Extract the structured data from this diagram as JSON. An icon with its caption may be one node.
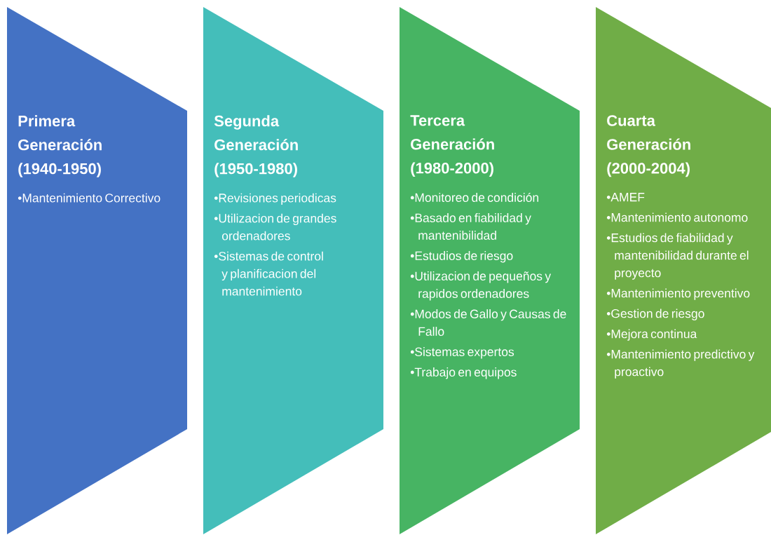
{
  "diagram": {
    "nodes": [
      {
        "text": [
          "Primera Generación (1940-1950)",
          "•Mantenimiento Correctivo"
        ]
      },
      {
        "text": [
          "Segunda Generación (1950-1980)",
          "•Revisiones periodicas",
          "•Utilizacion de grandes ordenadores",
          "•Sistemas de control y planificacion del mantenimiento"
        ]
      },
      {
        "text": [
          "Tercera Generación (1980-2000)",
          "•Monitoreo de condición",
          "•Basado en fiabilidad y mantenibilidad",
          "•Estudios de riesgo",
          "•Utilizacion de pequeños y rapidos ordenadores",
          "•Modos de Gallo y Causas de Fallo",
          "•Sistemas expertos",
          "•Trabajo en equipos"
        ]
      },
      {
        "text": [
          "Cuarta Generación (2000-2004)",
          "•AMEF",
          "•Mantenimiento autonomo",
          "•Estudios de fiabilidad y mantenibilidad durante el proyecto",
          "•Mantenimiento preventivo",
          "•Gestion de riesgo",
          "•Mejora continua",
          "•Mantenimiento predictivo y proactivo"
        ]
      }
    ]
  }
}
